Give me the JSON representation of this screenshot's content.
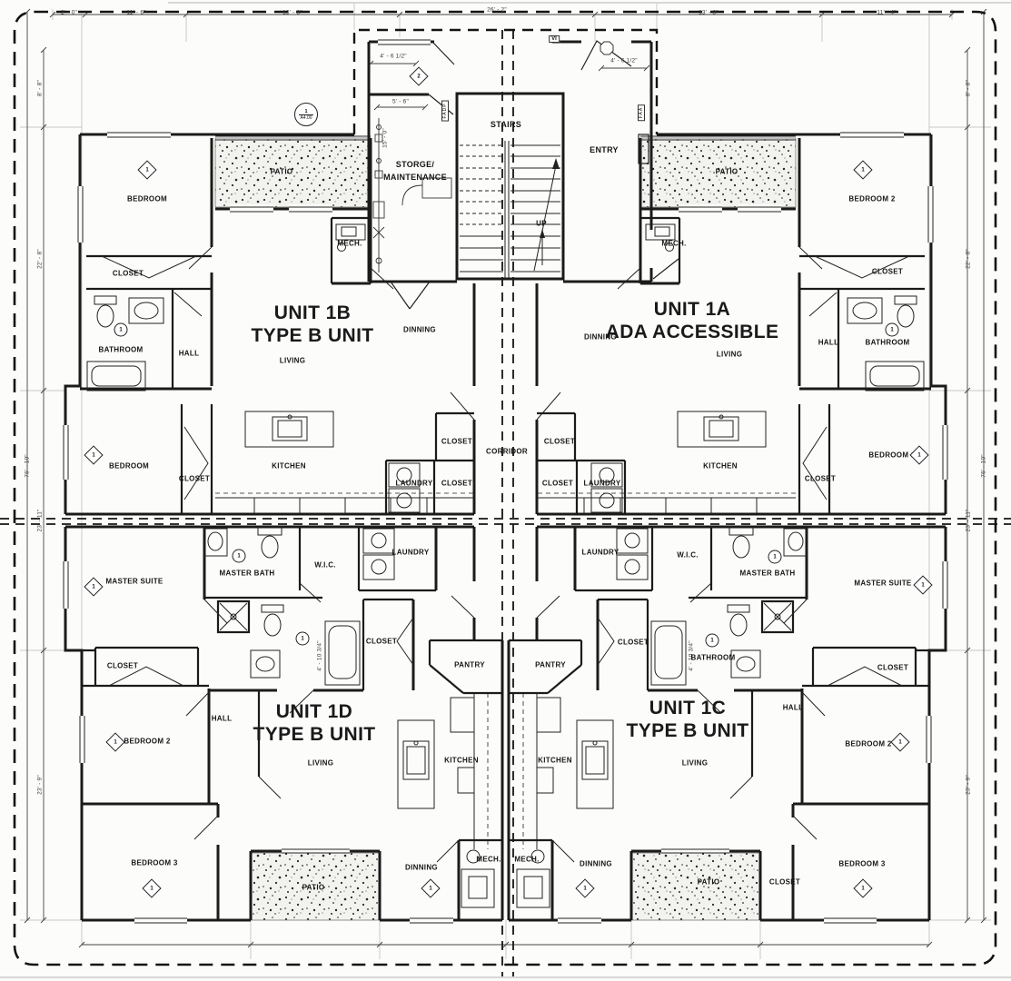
{
  "rooms": {
    "patio": "PATIO",
    "bedroom": "BEDROOM",
    "bedroom1": "BEDROOM 1",
    "bedroom2": "BEDROOM 2",
    "bedroom3": "BEDROOM 3",
    "closet": "CLOSET",
    "bathroom": "BATHROOM",
    "hall": "HALL",
    "mech": "MECH.",
    "living": "LIVING",
    "dinning": "DINNING",
    "kitchen": "KITCHEN",
    "laundry": "LAUNDRY",
    "corridor": "CORRIDOR",
    "master_suite": "MASTER SUITE",
    "master_bath": "MASTER BATH",
    "wic": "W.I.C.",
    "pantry": "PANTRY",
    "stairs": "STAIRS",
    "entry": "ENTRY",
    "up": "UP",
    "storage_line1": "STORGE/",
    "storage_line2": "MAINTENANCE"
  },
  "units": {
    "unit_1a": {
      "name": "UNIT 1A",
      "subtitle": "ADA ACCESSIBLE"
    },
    "unit_1b": {
      "name": "UNIT 1B",
      "subtitle": "TYPE B UNIT"
    },
    "unit_1c": {
      "name": "UNIT 1C",
      "subtitle": "TYPE B UNIT"
    },
    "unit_1d": {
      "name": "UNIT 1D",
      "subtitle": "TYPE B UNIT"
    }
  },
  "dims": {
    "top": [
      "2' - 0\"",
      "11' - 6\"",
      "13' - 8\"",
      "26' - 2\"",
      "13' - 8\"",
      "11' - 4\""
    ],
    "left": [
      "8' - 8\"",
      "22' - 8\"",
      "76' - 10\"",
      "23' - 11\"",
      "23' - 9\""
    ],
    "right": [
      "8' - 8\"",
      "22' - 8\"",
      "76' - 10\"",
      "23' - 11\"",
      "23' - 9\""
    ],
    "interior": {
      "stair_left": "4' - 6 1/2\"",
      "stair_right": "4' - 6 1/2\"",
      "storage_door": "5' - 6\"",
      "storage_depth": "15' - 0\"",
      "bath_width": "4' - 10 3/4\""
    }
  },
  "tags": {
    "keynote_1": "1",
    "keynote_2": "2",
    "circle_1": "1",
    "vi": "VI",
    "fadp": "FADP",
    "faa": "FAA",
    "section_number": "1",
    "section_sheet": "A4.00"
  }
}
